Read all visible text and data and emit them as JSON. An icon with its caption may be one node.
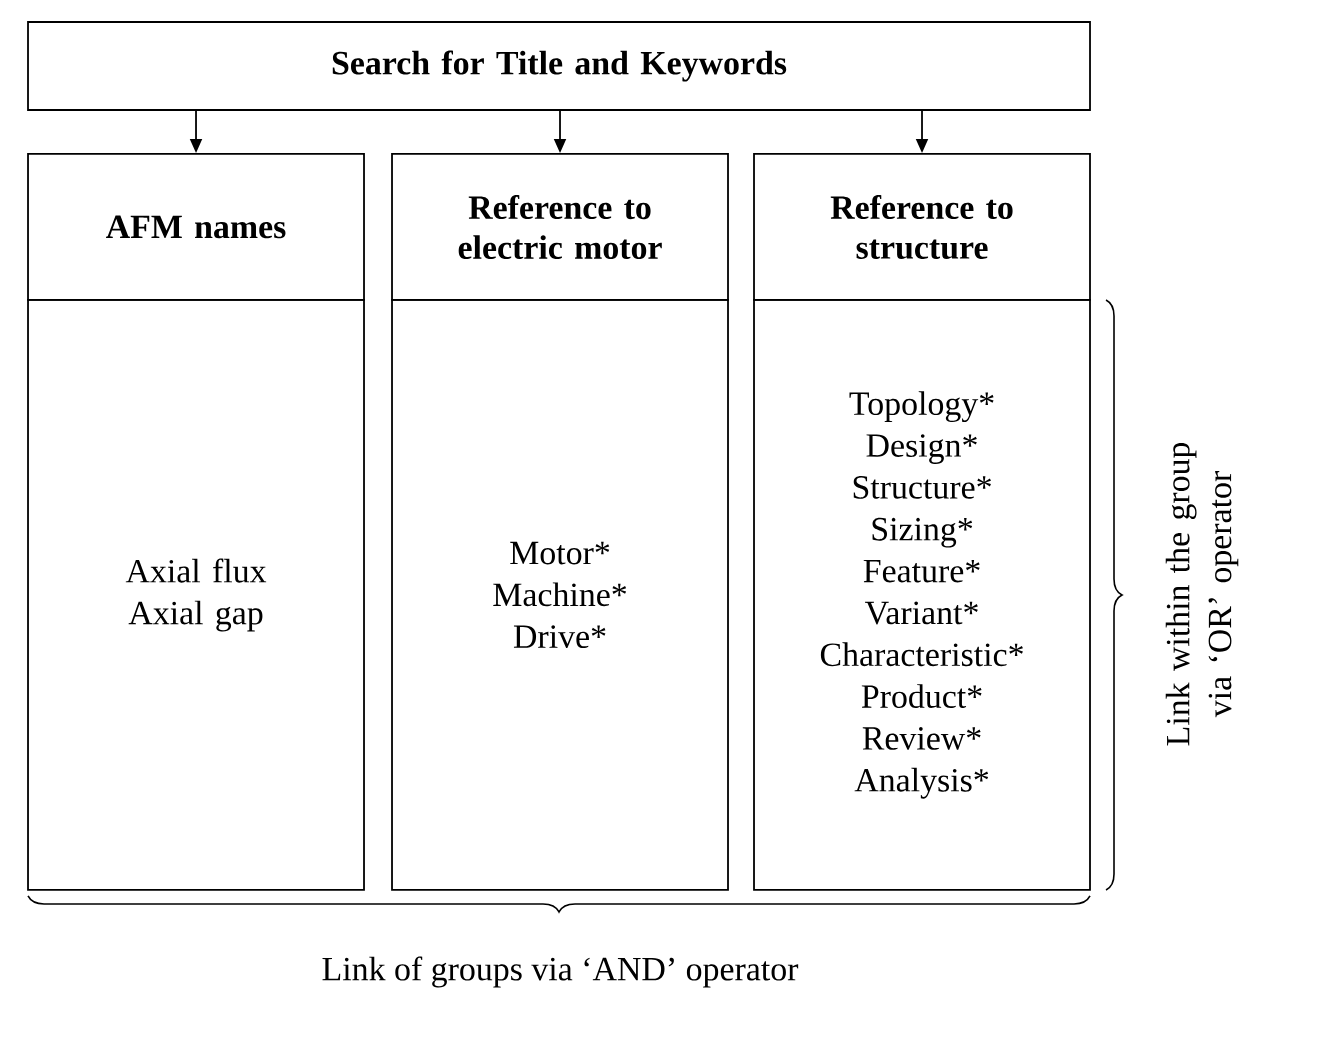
{
  "diagram": {
    "nodes": [
      {
        "text": [
          "Search for Title and Keywords"
        ]
      },
      {
        "text": [
          "AFM names"
        ]
      },
      {
        "text": [
          "Reference to electric motor"
        ]
      },
      {
        "text": [
          "Reference to structure"
        ]
      },
      {
        "text": [
          "Axial flux",
          "Axial gap"
        ]
      },
      {
        "text": [
          "Motor*",
          "Machine*",
          "Drive*"
        ]
      },
      {
        "text": [
          "Topology*",
          "Design*",
          "Structure*",
          "Sizing*",
          "Feature*",
          "Variant*",
          "Characteristic*",
          "Product*",
          "Review*",
          "Analysis*"
        ]
      }
    ],
    "edges": [
      {
        "from": 0,
        "to": 1,
        "arrow": "to"
      },
      {
        "from": 0,
        "to": 2,
        "arrow": "to"
      },
      {
        "from": 0,
        "to": 3,
        "arrow": "to"
      }
    ],
    "labels": [
      "Link within the group via ‘OR’ operator",
      "Link of groups via ‘AND’ operator"
    ]
  }
}
